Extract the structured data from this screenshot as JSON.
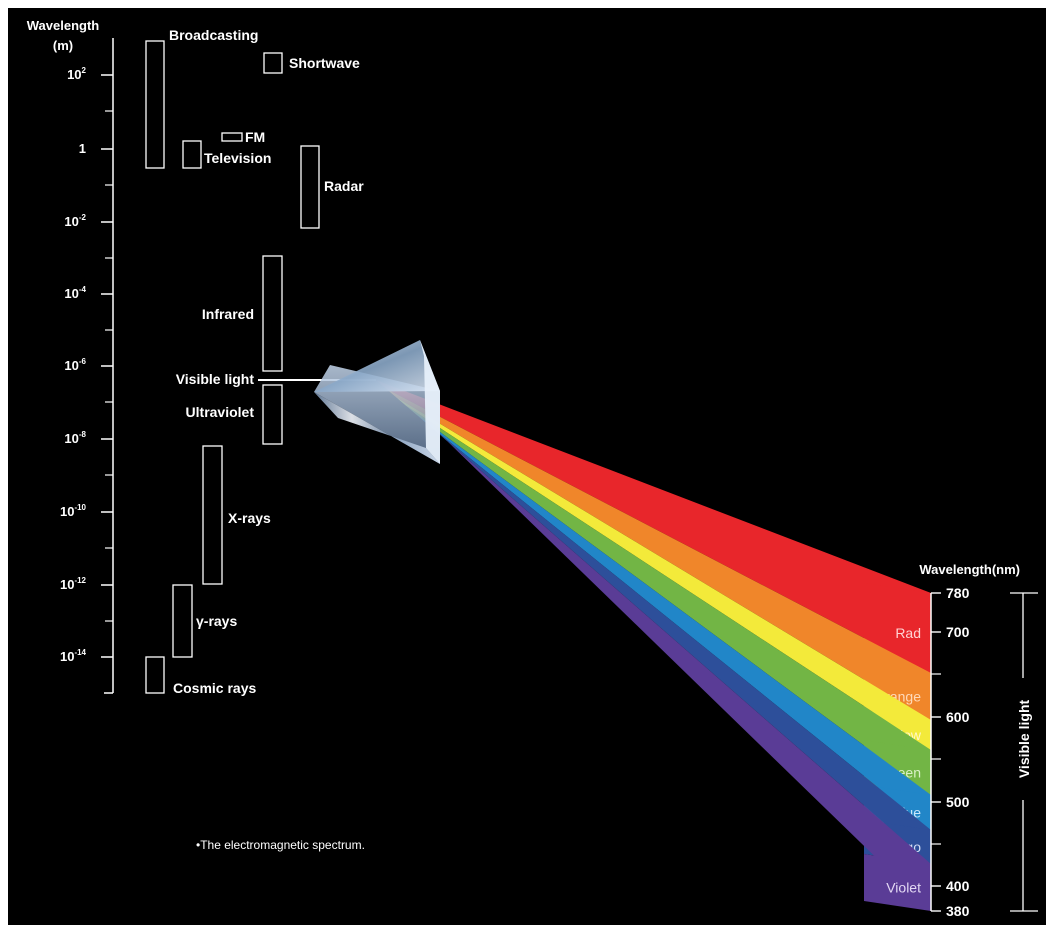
{
  "left_scale": {
    "header_line1": "Wavelength",
    "header_line2": "(m)",
    "ticks": [
      {
        "base": "10",
        "exp": "2"
      },
      {
        "base": "1",
        "exp": ""
      },
      {
        "base": "10",
        "exp": "-2"
      },
      {
        "base": "10",
        "exp": "-4"
      },
      {
        "base": "10",
        "exp": "-6"
      },
      {
        "base": "10",
        "exp": "-8"
      },
      {
        "base": "10",
        "exp": "-10"
      },
      {
        "base": "10",
        "exp": "-12"
      },
      {
        "base": "10",
        "exp": "-14"
      }
    ]
  },
  "bands": {
    "broadcasting": "Broadcasting",
    "shortwave": "Shortwave",
    "fm": "FM",
    "television": "Television",
    "radar": "Radar",
    "infrared": "Infrared",
    "visible_light": "Visible light",
    "ultraviolet": "Ultraviolet",
    "x_rays": "X-rays",
    "gamma_rays": "γ-rays",
    "cosmic_rays": "Cosmic rays"
  },
  "caption": "•The electromagnetic spectrum.",
  "visible_scale": {
    "header": "Wavelength(nm)",
    "ticks": [
      "780",
      "700",
      "600",
      "500",
      "400",
      "380"
    ],
    "bracket_label": "Visible light"
  },
  "colors": [
    {
      "name": "Rad",
      "hex": "#e8262b",
      "label_color": "#ffd3d3"
    },
    {
      "name": "Orange",
      "hex": "#f0862a",
      "label_color": "#ffd9b8"
    },
    {
      "name": "Yellow",
      "hex": "#f3ea3a",
      "label_color": "#fff8c8"
    },
    {
      "name": "Green",
      "hex": "#72b545",
      "label_color": "#daf0c8"
    },
    {
      "name": "Blue",
      "hex": "#2186c8",
      "label_color": "#c8e6fa"
    },
    {
      "name": "Indigo",
      "hex": "#2d4f9a",
      "label_color": "#d6def4"
    },
    {
      "name": "Violet",
      "hex": "#5a3c96",
      "label_color": "#e3d8f4"
    }
  ],
  "accent": {
    "background": "#000000",
    "line": "#ffffff"
  }
}
